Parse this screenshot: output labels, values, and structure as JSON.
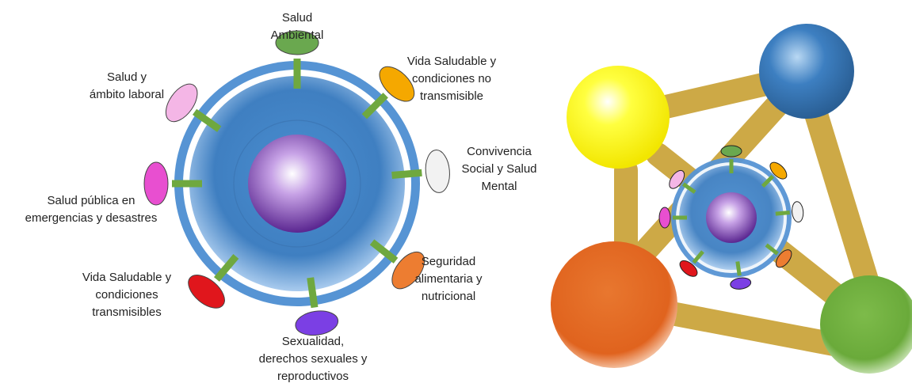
{
  "diagram": {
    "dimensions": [
      {
        "id": "salud-ambiental",
        "lines": [
          "Salud",
          "Ambiental"
        ],
        "color": "#6aa84f"
      },
      {
        "id": "vida-saludable-no-transmisible",
        "lines": [
          "Vida Saludable y",
          "condiciones no",
          "transmisible"
        ],
        "color": "#f5a800"
      },
      {
        "id": "convivencia-social",
        "lines": [
          "Convivencia",
          "Social y Salud",
          "Mental"
        ],
        "color": "#f2f2f2"
      },
      {
        "id": "seguridad-alimentaria",
        "lines": [
          "Seguridad",
          "alimentaria y",
          "nutricional"
        ],
        "color": "#ed7d31"
      },
      {
        "id": "sexualidad",
        "lines": [
          "Sexualidad,",
          "derechos sexuales y",
          "reproductivos"
        ],
        "color": "#7b3fe4"
      },
      {
        "id": "vida-saludable-transmisibles",
        "lines": [
          "Vida Saludable y",
          "condiciones",
          "transmisibles"
        ],
        "color": "#e0161c"
      },
      {
        "id": "salud-publica-emergencias",
        "lines": [
          "Salud pública en",
          "emergencias y desastres"
        ],
        "color": "#e84fd0"
      },
      {
        "id": "salud-ambito-laboral",
        "lines": [
          "Salud y",
          "ámbito laboral"
        ],
        "color": "#f4b6e6"
      }
    ],
    "molecule_colors": {
      "yellow": "#f7f700",
      "blue": "#3d7fc1",
      "orange": "#e0631e",
      "green": "#6aaa3a",
      "bond": "#c8a033",
      "ring": "#4f8ccf",
      "core": "#7d3fb8"
    }
  }
}
